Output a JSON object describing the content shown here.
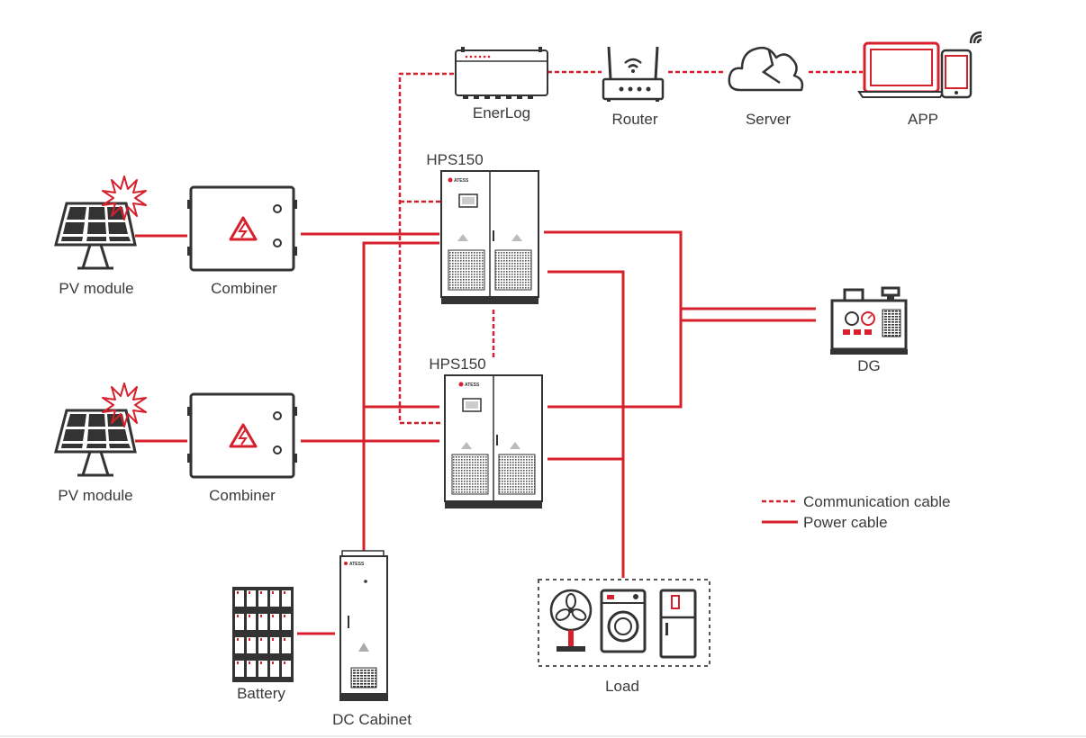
{
  "labels": {
    "pv1": "PV module",
    "combiner1": "Combiner",
    "pv2": "PV module",
    "combiner2": "Combiner",
    "hps1": "HPS150",
    "hps2": "HPS150",
    "enerlog": "EnerLog",
    "router": "Router",
    "server": "Server",
    "app": "APP",
    "dg": "DG",
    "battery": "Battery",
    "dc_cabinet": "DC Cabinet",
    "load": "Load"
  },
  "brand": "ATESS",
  "legend": {
    "communication": "Communication cable",
    "power": "Power cable"
  },
  "colors": {
    "accent": "#d6202c",
    "outline": "#3a3a3a",
    "dark": "#333333"
  },
  "icons": {
    "pv": "solar-panel-icon",
    "combiner": "combiner-box-icon",
    "inverter": "inverter-cabinet-icon",
    "datalogger": "datalogger-icon",
    "router": "router-icon",
    "server": "cloud-icon",
    "app": "laptop-phone-icon",
    "dg": "generator-icon",
    "battery": "battery-rack-icon",
    "dc": "dc-cabinet-icon",
    "load": "appliances-icon"
  }
}
